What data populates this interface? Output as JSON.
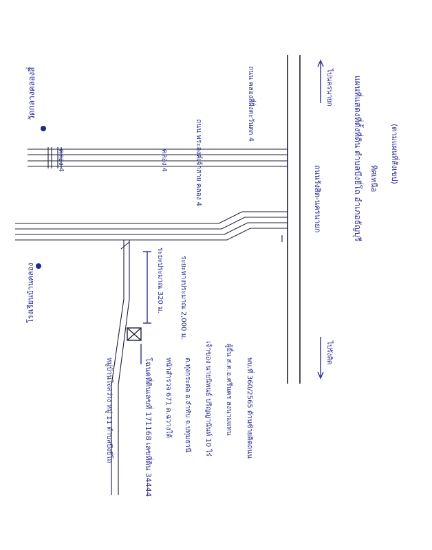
{
  "map": {
    "labels": {
      "title": "โฉนดที่ดินเลขที่ 171168 เลขที่ดิน 34444",
      "survey_page": "หน้าสำรวจ 671 ต.ฉวางใต้",
      "tambon_line": "ต.ทุ่งกระต่อ อ.ลำทับ จ.ปทุมธานี",
      "owner": "เจ้าของ นายนิพนธ์ ปริญญานันท์ 10 ไร่",
      "lawyer": "ผู้ยื่น ส.ต.อ.ศรีนคร ลงนามแทน",
      "registration": "พบ.ที่ 360/2565 ด้านซ้ายติดถนน",
      "temple": "วัดกลางคลองสี่",
      "village_canal": "หมู่บ้านใจสว่าง หมู่ 11 ตำบลบึงยี่โถ",
      "school": "โรงเรียนบ้านคลอง",
      "canal_upper": "ถนน คลองสี่ฝั่งตะวันตก 4",
      "canal_upper_inner": "คลอง 4",
      "canal_upper_left": "คลอง 4",
      "canal_lower": "ถนน พระองค์เจ้าสาย คลอง 4",
      "distance_main": "ระยะทางประมาณ 2,000 ม.",
      "distance_side": "ระยะประมาณ 320 ม.",
      "main_road": "ถนนรังสิต-นครนายก",
      "to_nakhon_nayok": "ไปนครนายก",
      "to_rangsit": "ไปรังสิต",
      "map_source": "แผนที่แสดงที่ตั้งที่ดิน ตำบลบึงยี่โถ อำเภอธัญบุรี",
      "map_legend": "ทิศเหนือ",
      "map_note": "(ตามแผนที่สังเขป)"
    }
  }
}
